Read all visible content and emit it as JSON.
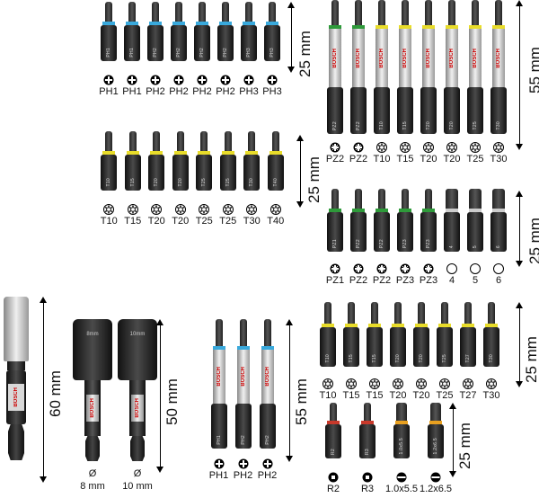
{
  "groups": {
    "ph_short": {
      "bits": [
        "PH1",
        "PH1",
        "PH2",
        "PH2",
        "PH2",
        "PH2",
        "PH3",
        "PH3"
      ],
      "length": "25 mm"
    },
    "tx_short": {
      "bits": [
        "T10",
        "T15",
        "T20",
        "T20",
        "T25",
        "T25",
        "T30",
        "T40"
      ],
      "length": "25 mm"
    },
    "long_55": {
      "bits": [
        "PZ2",
        "PZ2",
        "T10",
        "T15",
        "T20",
        "T20",
        "T25",
        "T30"
      ],
      "length": "55 mm",
      "brand": "BOSCH"
    },
    "pz_hex": {
      "bits": [
        "PZ1",
        "PZ2",
        "PZ2",
        "PZ3",
        "PZ3",
        "4",
        "5",
        "6"
      ],
      "length": "25 mm"
    },
    "holder": {
      "length": "60 mm",
      "brand": "BOSCH"
    },
    "nutsetters": {
      "sizes": [
        {
          "diameter": "Ø",
          "size": "8 mm",
          "tag": "8mm"
        },
        {
          "diameter": "Ø",
          "size": "10 mm",
          "tag": "10mm"
        }
      ],
      "length": "50 mm",
      "brand": "BOSCH"
    },
    "ph_long": {
      "bits": [
        "PH1",
        "PH2",
        "PH2"
      ],
      "length": "55 mm",
      "brand": "BOSCH"
    },
    "tx_short2": {
      "bits": [
        "T10",
        "T15",
        "T15",
        "T20",
        "T20",
        "T25",
        "T27",
        "T30"
      ],
      "length": "25 mm"
    },
    "misc": {
      "bits": [
        "R2",
        "R3",
        "1.0x5.5",
        "1.2x6.5"
      ],
      "length": "25 mm"
    }
  },
  "colors": {
    "ph_band": "#39a9dc",
    "pz_band": "#2e9a3a",
    "tx_band": "#e8dc2a",
    "hex_band": "#cccccc",
    "r_band": "#c8392b",
    "slot_band": "#e8a020",
    "brand_red": "#cc0000"
  }
}
